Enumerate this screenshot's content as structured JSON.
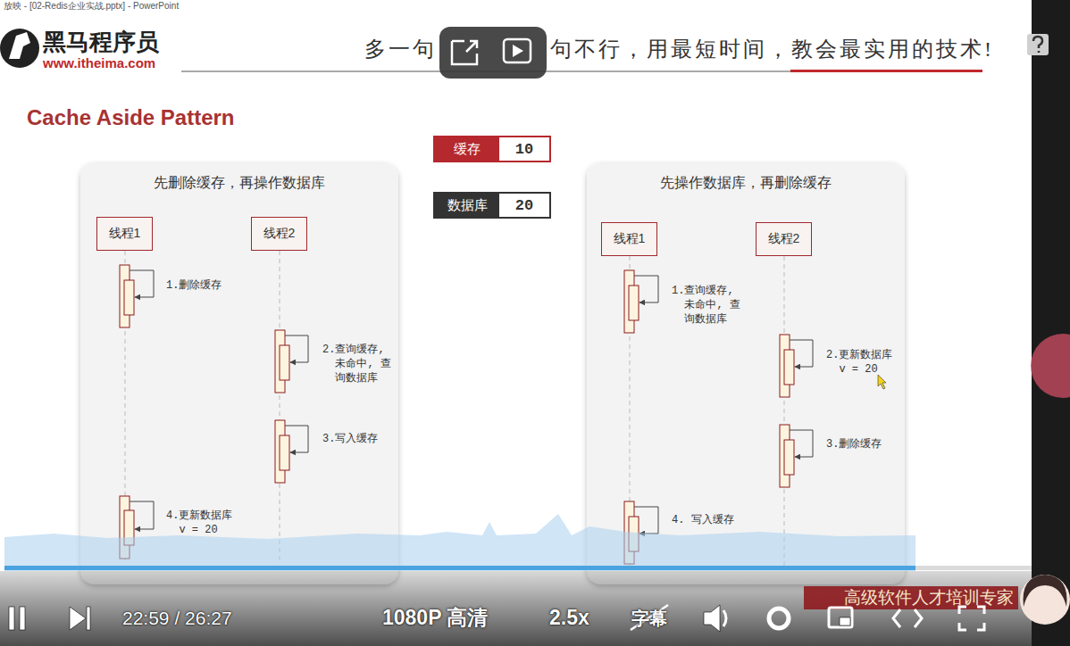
{
  "diagram": {
    "title": "Cache Aside Pattern",
    "nodes": [
      {
        "text": [
          "缓存",
          "10"
        ]
      },
      {
        "text": [
          "数据库",
          "20"
        ]
      },
      {
        "text": [
          "先删除缓存，再操作数据库"
        ]
      },
      {
        "text": [
          "线程1"
        ],
        "in": 2
      },
      {
        "text": [
          "线程2"
        ],
        "in": 2
      },
      {
        "text": [
          "先操作数据库，再删除缓存"
        ]
      },
      {
        "text": [
          "线程1"
        ],
        "in": 5
      },
      {
        "text": [
          "线程2"
        ],
        "in": 5
      }
    ],
    "labels": [
      "放映 - [02-Redis企业实战.pptx] - PowerPoint",
      "黑马程序员",
      "www.itheima.com",
      "多一句",
      "句不行，用最短时间，教会最实用的技术!",
      "1.删除缓存",
      "2.查询缓存, 未命中, 查询数据库",
      "3.写入缓存",
      "4.更新数据库 v = 20",
      "1.查询缓存, 未命中, 查询数据库",
      "2.更新数据库 v = 20",
      "3.删除缓存",
      "4. 写入缓存",
      "22:59 / 26:27",
      "1080P 高清",
      "2.5x",
      "字幕",
      "高级软件人才培训专家"
    ]
  }
}
